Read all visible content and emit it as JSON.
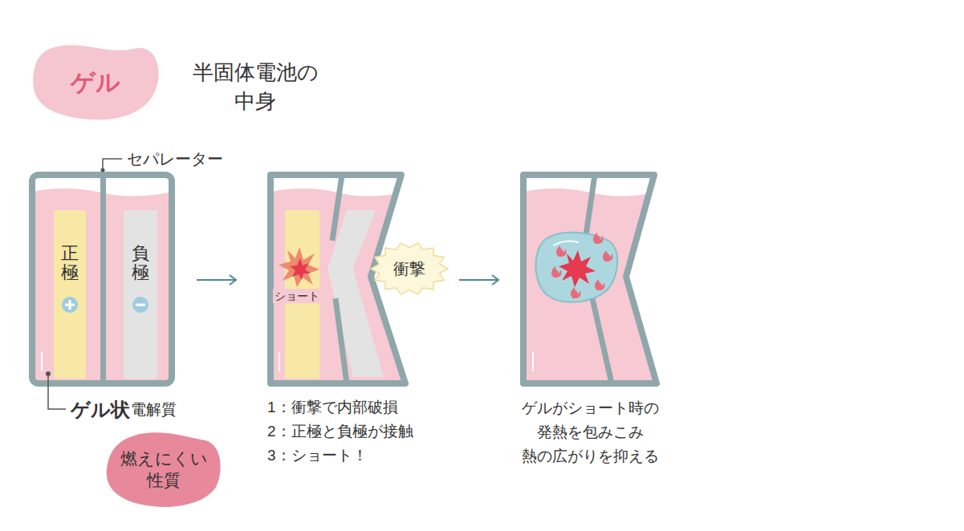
{
  "diagram": {
    "title": "半固体電池の 中身",
    "nodes": [
      {
        "text": [
          "ゲル"
        ]
      },
      {
        "text": [
          "正極"
        ]
      },
      {
        "text": [
          "負極"
        ]
      },
      {
        "text": [
          "燃えにくい 性質"
        ]
      },
      {
        "text": [
          "衝撃"
        ]
      }
    ],
    "labels": [
      "セパレーター",
      "ゲル状",
      "電解質",
      "ショート",
      "1：衝撃で内部破損",
      "2：正極と負極が接触",
      "3：ショート！",
      "ゲルがショート時の 発熱を包みこみ 熱の広がりを抑える"
    ]
  }
}
